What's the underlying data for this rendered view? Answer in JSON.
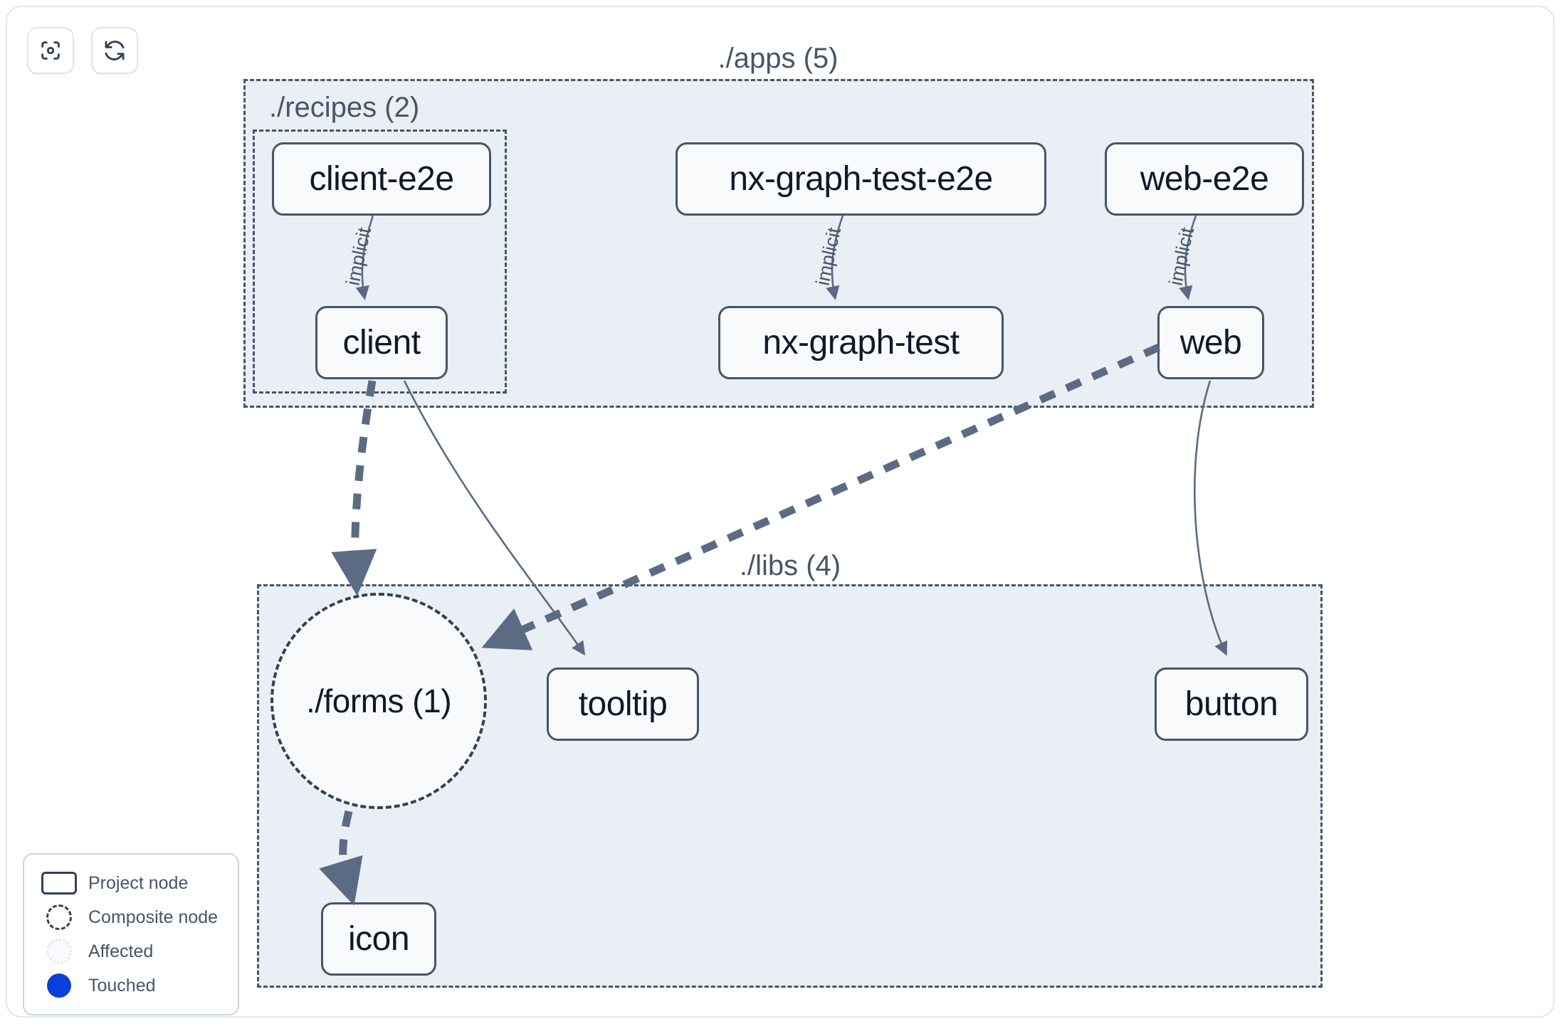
{
  "toolbar": {
    "buttons": [
      {
        "name": "focus-graph-button",
        "icon": "focus-target-icon"
      },
      {
        "name": "refresh-graph-button",
        "icon": "refresh-icon"
      }
    ]
  },
  "graph": {
    "groups": [
      {
        "id": "apps",
        "label": "./apps (5)",
        "count": 5
      },
      {
        "id": "recipes",
        "label": "./recipes (2)",
        "count": 2
      },
      {
        "id": "libs",
        "label": "./libs (4)",
        "count": 4
      }
    ],
    "nodes": [
      {
        "id": "client-e2e",
        "label": "client-e2e",
        "type": "project",
        "group": "recipes"
      },
      {
        "id": "client",
        "label": "client",
        "type": "project",
        "group": "recipes"
      },
      {
        "id": "nx-graph-test-e2e",
        "label": "nx-graph-test-e2e",
        "type": "project",
        "group": "apps"
      },
      {
        "id": "nx-graph-test",
        "label": "nx-graph-test",
        "type": "project",
        "group": "apps"
      },
      {
        "id": "web-e2e",
        "label": "web-e2e",
        "type": "project",
        "group": "apps"
      },
      {
        "id": "web",
        "label": "web",
        "type": "project",
        "group": "apps"
      },
      {
        "id": "forms",
        "label": "./forms (1)",
        "type": "composite",
        "group": "libs"
      },
      {
        "id": "tooltip",
        "label": "tooltip",
        "type": "project",
        "group": "libs"
      },
      {
        "id": "button",
        "label": "button",
        "type": "project",
        "group": "libs"
      },
      {
        "id": "icon",
        "label": "icon",
        "type": "project",
        "group": "libs"
      }
    ],
    "edges": [
      {
        "from": "client-e2e",
        "to": "client",
        "label": "implicit",
        "style": "solid"
      },
      {
        "from": "nx-graph-test-e2e",
        "to": "nx-graph-test",
        "label": "implicit",
        "style": "solid"
      },
      {
        "from": "web-e2e",
        "to": "web",
        "label": "implicit",
        "style": "solid"
      },
      {
        "from": "client",
        "to": "forms",
        "label": "",
        "style": "dashed"
      },
      {
        "from": "client",
        "to": "tooltip",
        "label": "",
        "style": "solid"
      },
      {
        "from": "web",
        "to": "forms",
        "label": "",
        "style": "dashed"
      },
      {
        "from": "web",
        "to": "button",
        "label": "",
        "style": "solid"
      },
      {
        "from": "forms",
        "to": "icon",
        "label": "",
        "style": "dashed"
      }
    ]
  },
  "legend": {
    "items": [
      {
        "swatch": "project-node-swatch",
        "label": "Project node"
      },
      {
        "swatch": "composite-node-swatch",
        "label": "Composite node"
      },
      {
        "swatch": "affected-swatch",
        "label": "Affected"
      },
      {
        "swatch": "touched-swatch",
        "label": "Touched"
      }
    ]
  },
  "colors": {
    "node_border": "#475569",
    "node_fill": "#f8fafc",
    "group_fill": "#eaeef5",
    "group_border": "#475569",
    "edge": "#5b6b83",
    "touched": "#0b3fd9",
    "text": "#10192b",
    "label_text": "#475569"
  }
}
